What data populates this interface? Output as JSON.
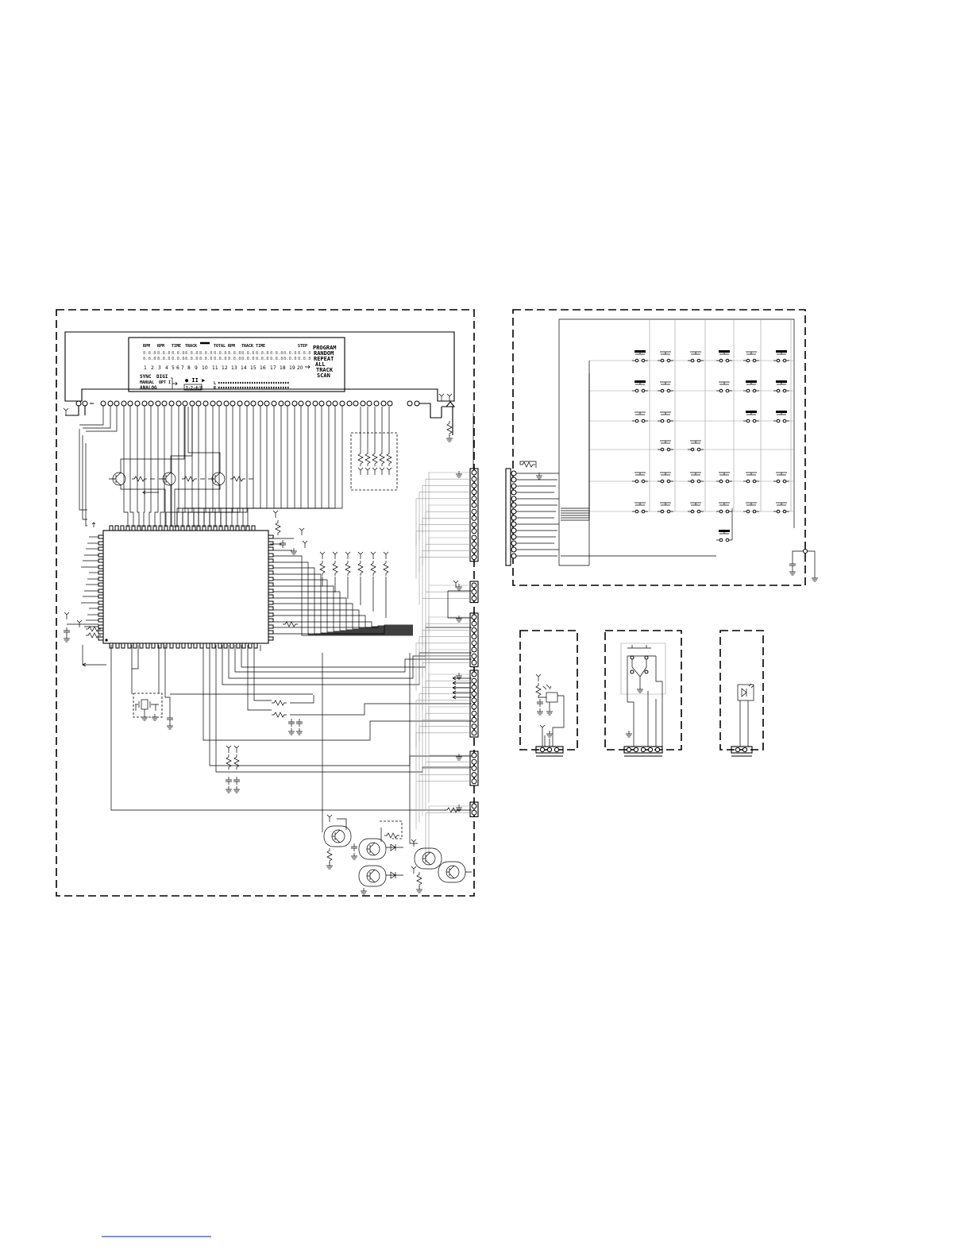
{
  "display": {
    "grid_labels": [
      "RPM",
      "RPM",
      "TIME",
      "TRACK",
      "",
      "TOTAL",
      "RPM",
      "TRACK",
      "TIME",
      "",
      "",
      "",
      "STEP"
    ],
    "digit_numbers": [
      "1",
      "2",
      "3",
      "4",
      "5",
      "6",
      "7",
      "8",
      "9",
      "10",
      "11",
      "12",
      "13",
      "14",
      "15",
      "16",
      "17",
      "18",
      "19",
      "20"
    ],
    "status_words": [
      "PROGRAM",
      "RANDOM",
      "REPEAT",
      "ALL",
      "TRACK",
      "SCAN"
    ],
    "mode_left": [
      "SYNC",
      "MANUAL",
      "ANALOG"
    ],
    "mode_right": [
      "DIGI",
      "OPT I"
    ],
    "play_symbols": "● II ▶",
    "remain_badge": "1-2-4/8",
    "level_left": "L",
    "level_right": "R"
  },
  "icons": {
    "ground": "ground-symbol",
    "supply": "supply-arrow",
    "diode": "diode-symbol",
    "transistor": "transistor-symbol",
    "switch": "tact-switch-symbol",
    "led": "led-symbol"
  },
  "colors": {
    "ink": "#000000",
    "grey_wire": "#999999",
    "paper": "#ffffff"
  }
}
